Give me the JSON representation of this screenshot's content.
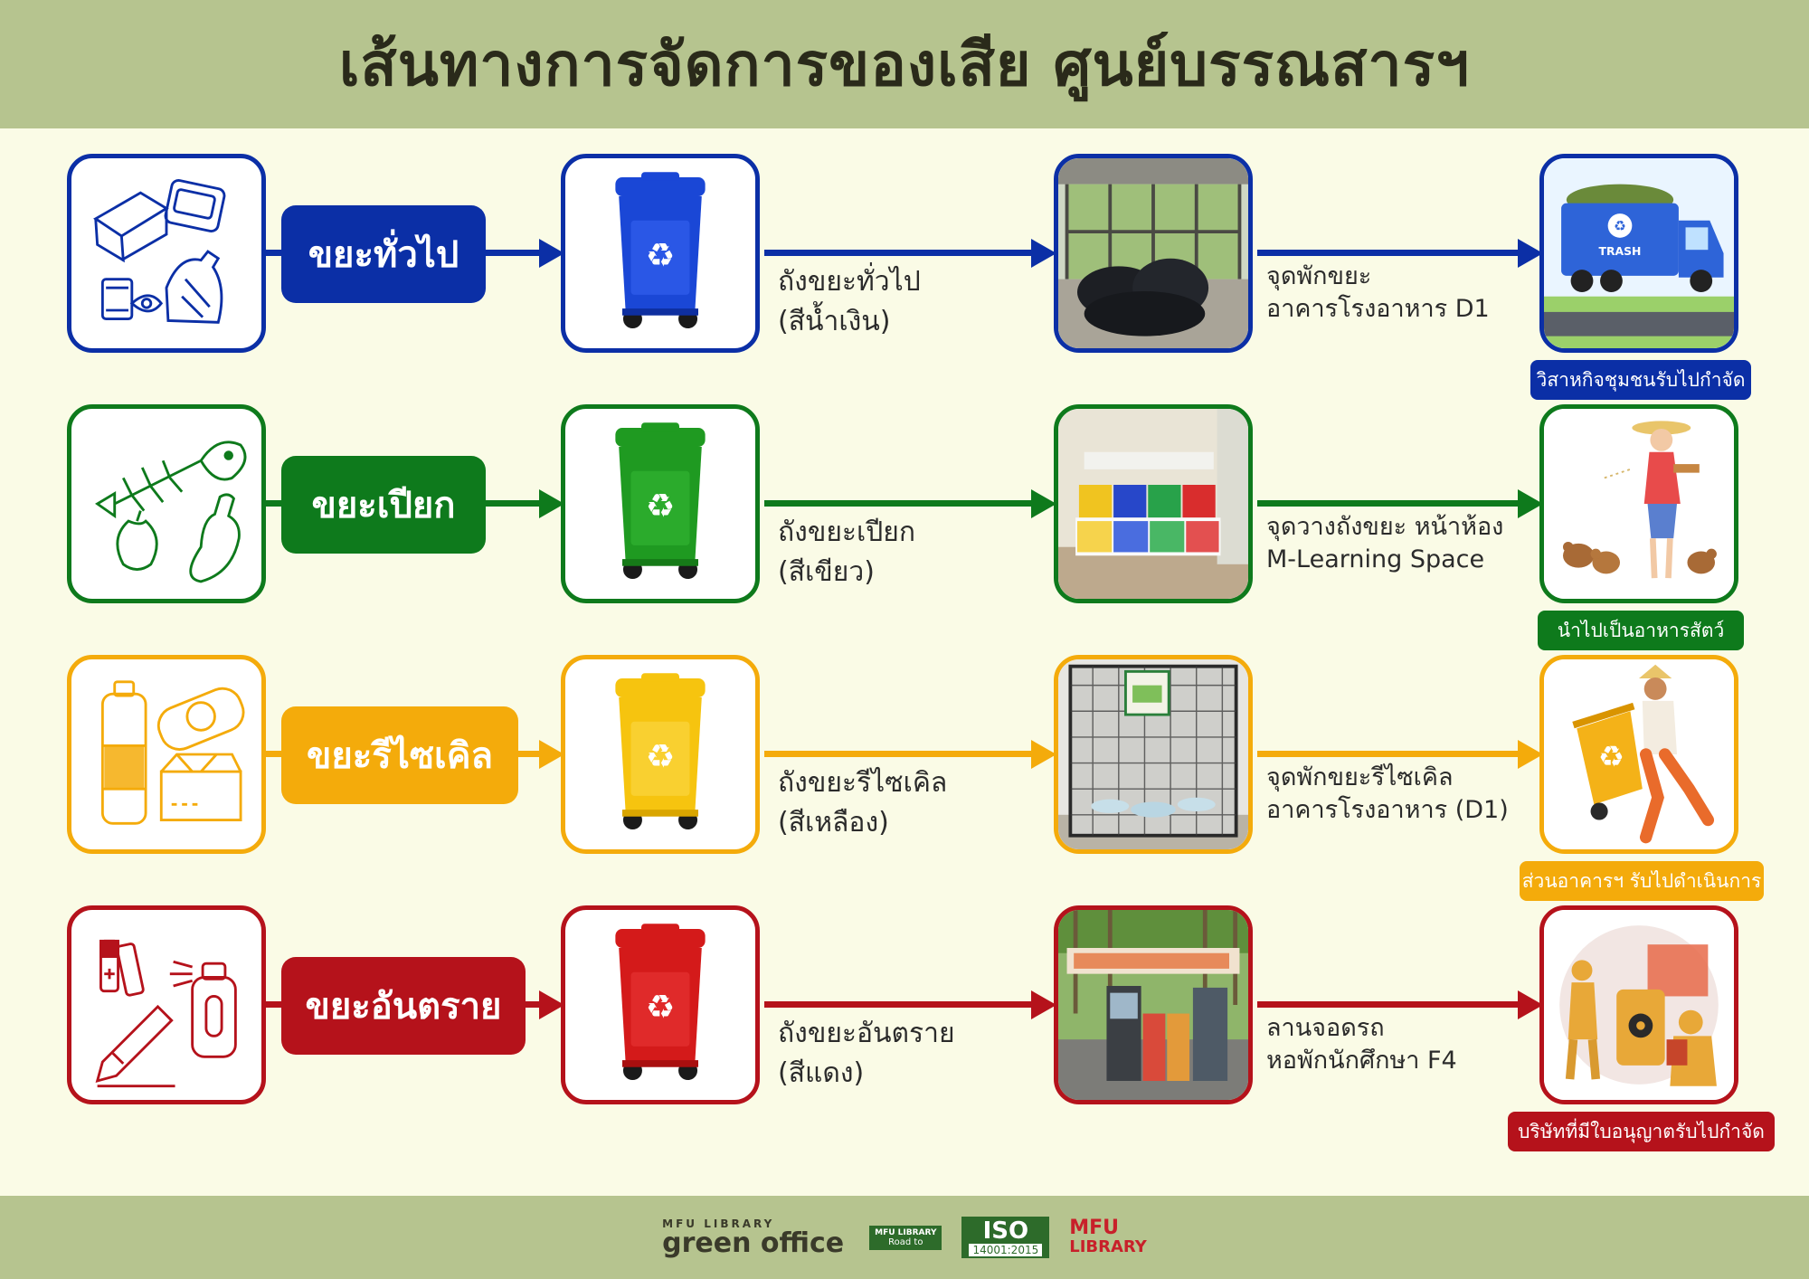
{
  "title": "เส้นทางการจัดการของเสีย ศูนย์บรรณสารฯ",
  "colors": {
    "blue": "#0b2fa6",
    "green": "#0e7a1c",
    "yellow": "#f4ab0b",
    "red": "#b5121b",
    "header_bg": "#b6c48f",
    "page_bg": "#fafbe6"
  },
  "rows": [
    {
      "category": "ขยะทั่วไป",
      "bin_line1": "ถังขยะทั่วไป",
      "bin_line2": "(สีน้ำเงิน)",
      "point_line1": "จุดพักขยะ",
      "point_line2": "อาคารโรงอาหาร D1",
      "destination": "วิสาหกิจชุมชนรับไปกำจัด",
      "truck_text": "TRASH"
    },
    {
      "category": "ขยะเปียก",
      "bin_line1": "ถังขยะเปียก",
      "bin_line2": "(สีเขียว)",
      "point_line1": "จุดวางถังขยะ หน้าห้อง",
      "point_line2": "M-Learning Space",
      "destination": "นำไปเป็นอาหารสัตว์"
    },
    {
      "category": "ขยะรีไซเคิล",
      "bin_line1": "ถังขยะรีไซเคิล",
      "bin_line2": "(สีเหลือง)",
      "point_line1": "จุดพักขยะรีไซเคิล",
      "point_line2": "อาคารโรงอาหาร (D1)",
      "destination": "ส่วนอาคารฯ รับไปดำเนินการ"
    },
    {
      "category": "ขยะอันตราย",
      "bin_line1": "ถังขยะอันตราย",
      "bin_line2": "(สีแดง)",
      "point_line1": "ลานจอดรถ",
      "point_line2": "หอพักนักศึกษา F4",
      "destination": "บริษัทที่มีใบอนุญาตรับไปกำจัด"
    }
  ],
  "footer": {
    "green_office_small": "MFU LIBRARY",
    "green_office_big": "green office",
    "road_small": "MFU LIBRARY",
    "road_to": "Road to",
    "iso": "ISO",
    "iso_number": "14001:2015",
    "mfu_top": "MFU",
    "mfu_bottom": "LIBRARY"
  }
}
